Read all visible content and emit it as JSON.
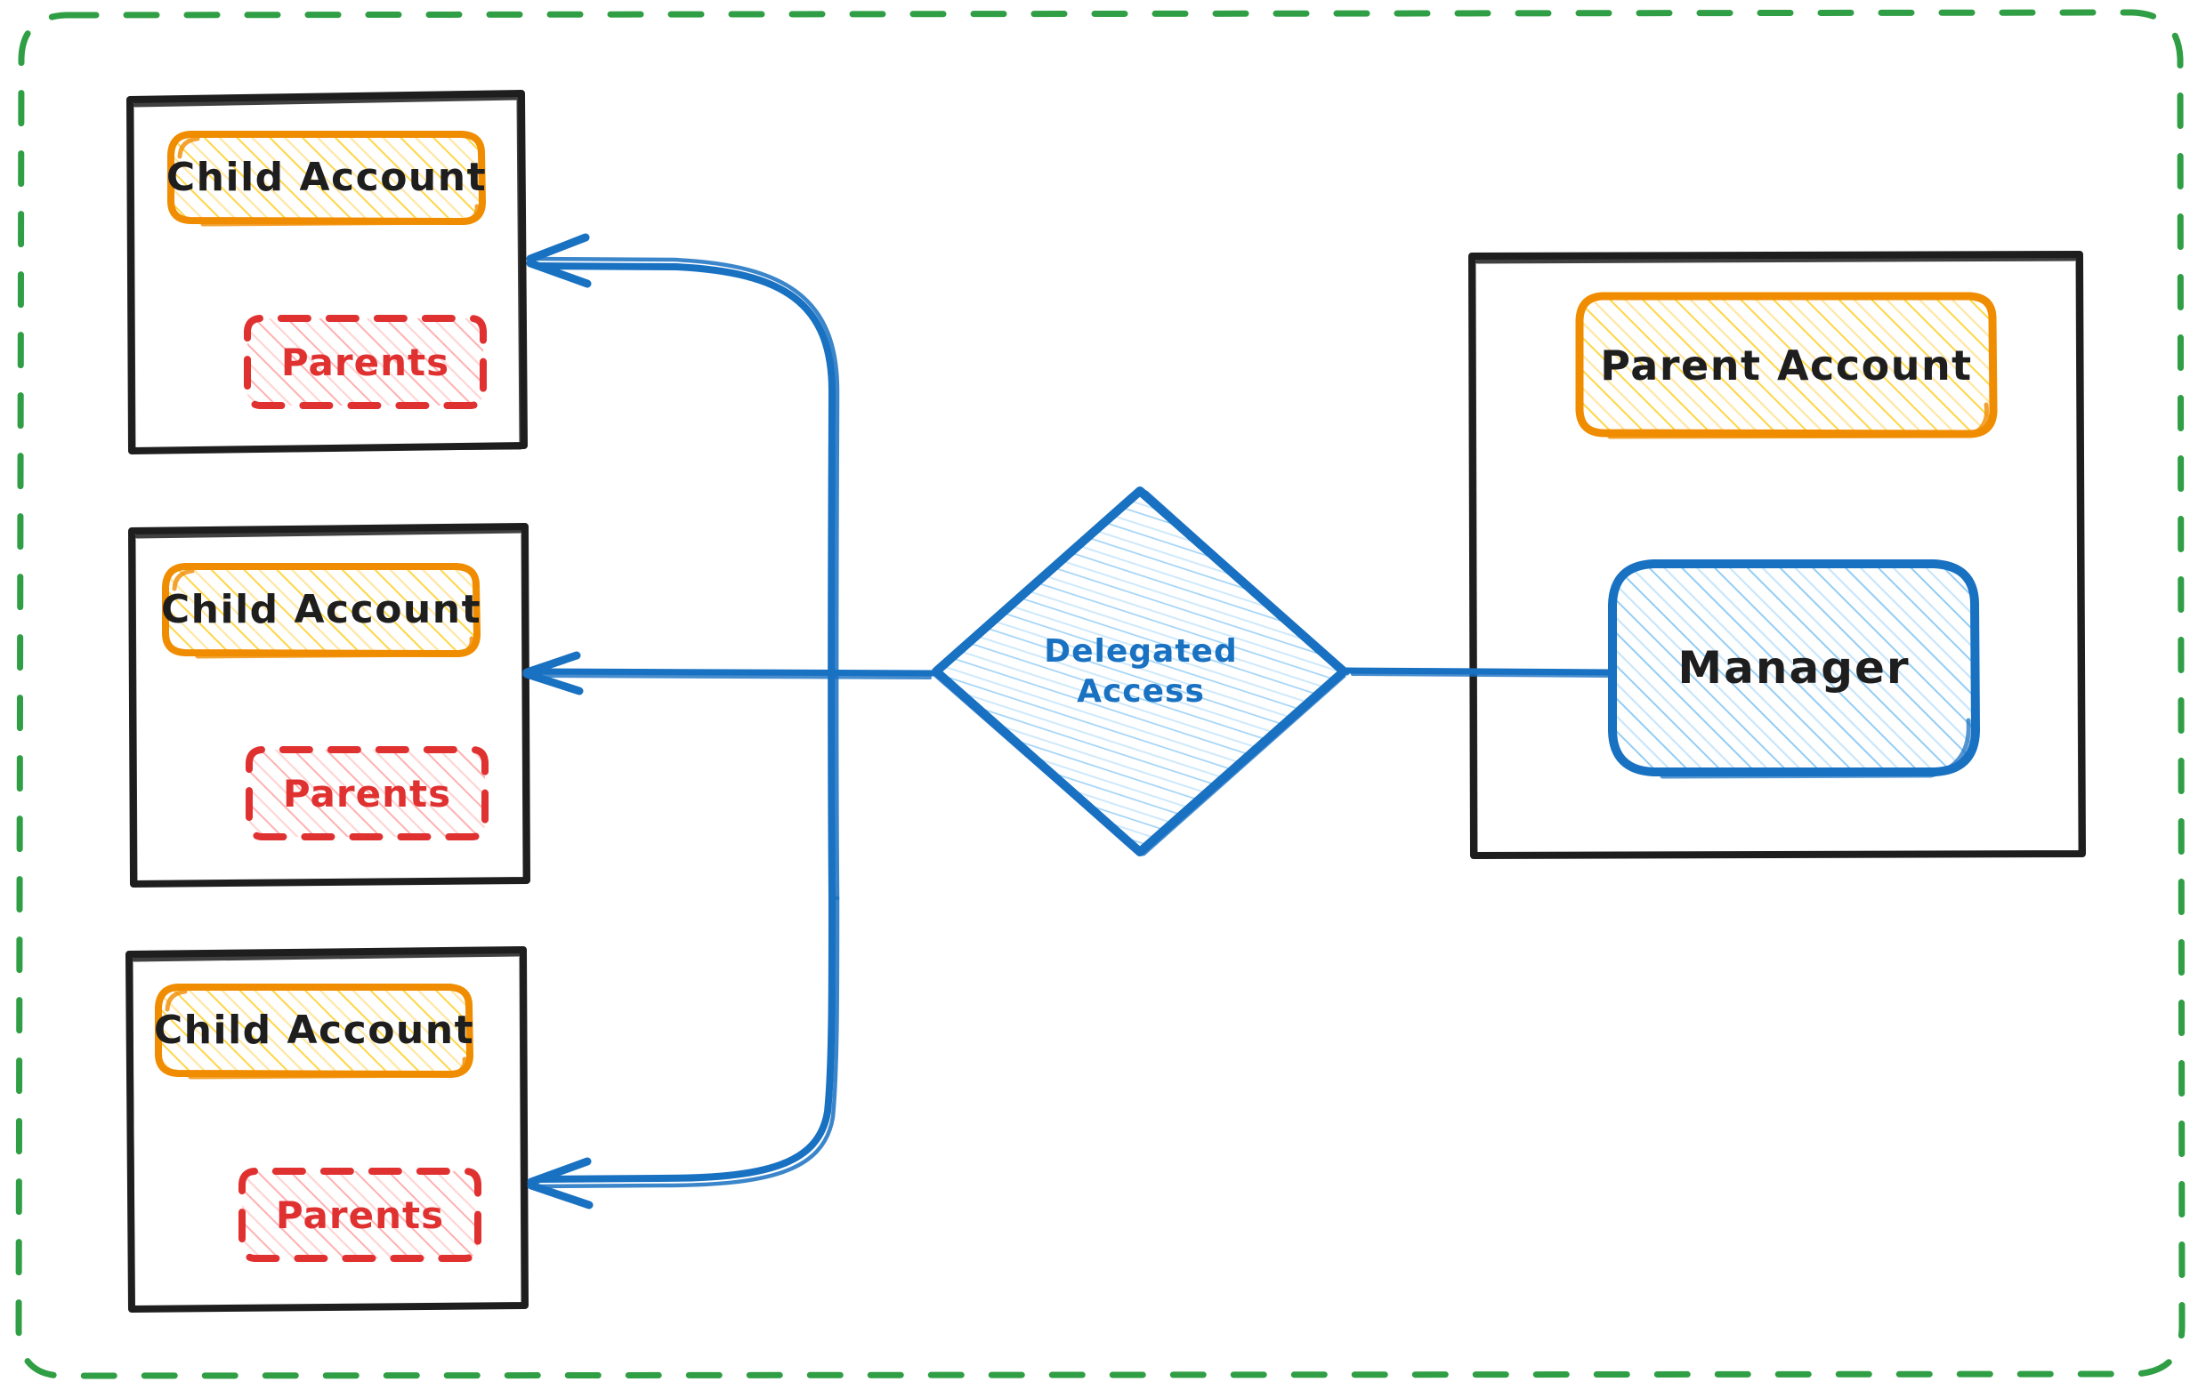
{
  "diagram": {
    "title": "Delegated Access",
    "outer_boundary": {
      "style": "dashed",
      "color": "#2f9e44",
      "name": "organization-boundary"
    },
    "colors": {
      "container_stroke": "#1e1e1e",
      "account_stroke": "#f08c00",
      "account_fill": "#ffd8a8",
      "parents_stroke": "#e03131",
      "parents_fill": "#ffc9c9",
      "manager_stroke": "#1971c2",
      "manager_fill": "#a5d8ff",
      "diamond_stroke": "#1971c2",
      "diamond_fill": "#a5d8ff",
      "arrow": "#1971c2",
      "boundary": "#2f9e44",
      "text_dark": "#1e1e1e",
      "text_red": "#e03131",
      "text_blue": "#1971c2"
    },
    "child_accounts": [
      {
        "id": "child-account-1",
        "account_label": "Child Account",
        "parents_label": "Parents"
      },
      {
        "id": "child-account-2",
        "account_label": "Child Account",
        "parents_label": "Parents"
      },
      {
        "id": "child-account-3",
        "account_label": "Child Account",
        "parents_label": "Parents"
      }
    ],
    "decision": {
      "id": "delegated-access-node",
      "shape": "diamond",
      "line1": "Delegated",
      "line2": "Access"
    },
    "parent_container": {
      "id": "parent-account-container",
      "account_label": "Parent Account",
      "manager_label": "Manager"
    },
    "connections": [
      {
        "from": "delegated-access-node",
        "to": "child-account-1",
        "style": "curved-arrow",
        "direction": "left"
      },
      {
        "from": "delegated-access-node",
        "to": "child-account-2",
        "style": "straight-arrow",
        "direction": "left"
      },
      {
        "from": "delegated-access-node",
        "to": "child-account-3",
        "style": "curved-arrow",
        "direction": "left"
      },
      {
        "from": "manager",
        "to": "delegated-access-node",
        "style": "line",
        "direction": "left"
      }
    ]
  }
}
